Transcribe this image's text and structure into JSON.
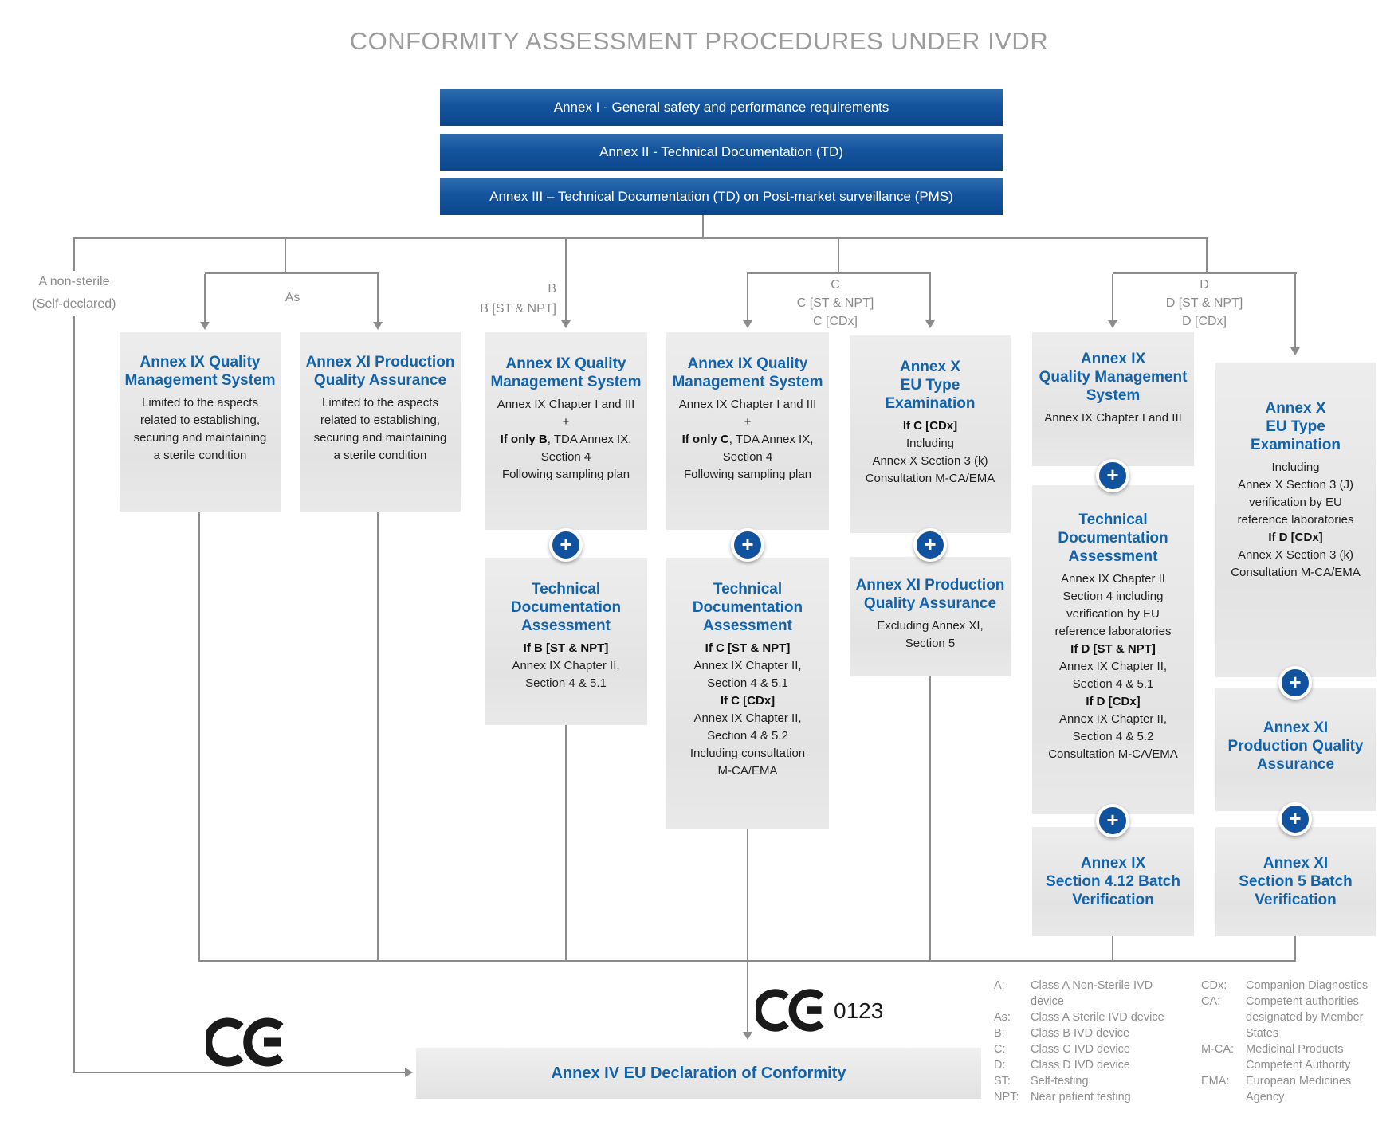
{
  "title": "CONFORMITY ASSESSMENT PROCEDURES UNDER IVDR",
  "banners": [
    {
      "label": "Annex I - General safety and performance requirements"
    },
    {
      "label": "Annex II - Technical Documentation (TD)"
    },
    {
      "label": "Annex III – Technical Documentation (TD) on Post-market surveillance (PMS)"
    }
  ],
  "branch_labels": {
    "a": [
      "A non-sterile",
      "(Self-declared)"
    ],
    "as": "As",
    "b": [
      "B",
      "B [ST & NPT]"
    ],
    "c": [
      "C",
      "C [ST & NPT]",
      "C [CDx]"
    ],
    "d": [
      "D",
      "D [ST & NPT]",
      "D [CDx]"
    ]
  },
  "plus_sign": "+",
  "boxes": {
    "as_qms": {
      "heading": [
        "Annex IX Quality",
        "Management System"
      ],
      "body": [
        {
          "t": "Limited to the aspects"
        },
        {
          "t": "related to establishing,"
        },
        {
          "t": "securing and maintaining"
        },
        {
          "t": "a sterile condition"
        }
      ]
    },
    "as_pqa": {
      "heading": [
        "Annex XI Production",
        "Quality Assurance"
      ],
      "body": [
        {
          "t": "Limited to the aspects"
        },
        {
          "t": "related to establishing,"
        },
        {
          "t": "securing and maintaining"
        },
        {
          "t": "a sterile condition"
        }
      ]
    },
    "b_qms": {
      "heading": [
        "Annex IX Quality",
        "Management System"
      ],
      "body": [
        {
          "t": "Annex IX Chapter I and III"
        },
        {
          "t": "+"
        },
        {
          "b": "If only B",
          "t": ", TDA Annex IX,"
        },
        {
          "t": "Section 4"
        },
        {
          "t": "Following sampling plan"
        }
      ]
    },
    "b_tda": {
      "heading": [
        "Technical",
        "Documentation",
        "Assessment"
      ],
      "body": [
        {
          "b": "If B [ST & NPT]"
        },
        {
          "t": "Annex IX Chapter II,"
        },
        {
          "t": "Section 4 & 5.1"
        }
      ]
    },
    "c_qms": {
      "heading": [
        "Annex IX Quality",
        "Management System"
      ],
      "body": [
        {
          "t": "Annex IX Chapter I and III"
        },
        {
          "t": "+"
        },
        {
          "b": "If only C",
          "t": ", TDA Annex IX,"
        },
        {
          "t": "Section 4"
        },
        {
          "t": "Following sampling plan"
        }
      ]
    },
    "c_tda": {
      "heading": [
        "Technical",
        "Documentation",
        "Assessment"
      ],
      "body": [
        {
          "b": "If C [ST & NPT]"
        },
        {
          "t": "Annex IX Chapter II,"
        },
        {
          "t": "Section 4 & 5.1"
        },
        {
          "b": "If C [CDx]"
        },
        {
          "t": "Annex IX Chapter II,"
        },
        {
          "t": "Section 4 & 5.2"
        },
        {
          "t": "Including consultation"
        },
        {
          "t": "M-CA/EMA"
        }
      ]
    },
    "c_type": {
      "heading": [
        "Annex X",
        "EU Type",
        "Examination"
      ],
      "body": [
        {
          "b": "If C [CDx]"
        },
        {
          "t": "Including"
        },
        {
          "t": "Annex X Section 3 (k)"
        },
        {
          "t": "Consultation M-CA/EMA"
        }
      ]
    },
    "c_pqa": {
      "heading": [
        "Annex XI Production",
        "Quality Assurance"
      ],
      "body": [
        {
          "t": "Excluding Annex XI,"
        },
        {
          "t": "Section 5"
        }
      ]
    },
    "d_qms": {
      "heading": [
        "Annex IX",
        "Quality Management",
        "System"
      ],
      "body": [
        {
          "t": "Annex IX Chapter I and III"
        }
      ]
    },
    "d_tda": {
      "heading": [
        "Technical",
        "Documentation",
        "Assessment"
      ],
      "body": [
        {
          "t": "Annex IX Chapter II"
        },
        {
          "t": "Section 4 including"
        },
        {
          "t": "verification by EU"
        },
        {
          "t": "reference laboratories"
        },
        {
          "b": "If D [ST & NPT]"
        },
        {
          "t": "Annex IX Chapter II,"
        },
        {
          "t": "Section 4 & 5.1"
        },
        {
          "b": "If D [CDx]"
        },
        {
          "t": "Annex IX Chapter II,"
        },
        {
          "t": "Section 4 & 5.2"
        },
        {
          "t": "Consultation M-CA/EMA"
        }
      ]
    },
    "d_batch": {
      "heading": [
        "Annex IX",
        "Section 4.12 Batch",
        "Verification"
      ],
      "body": []
    },
    "d2_type": {
      "heading": [
        "Annex X",
        "EU Type",
        "Examination"
      ],
      "body": [
        {
          "t": "Including"
        },
        {
          "t": "Annex X Section 3 (J)"
        },
        {
          "t": "verification by EU"
        },
        {
          "t": "reference laboratories"
        },
        {
          "b": "If D [CDx]"
        },
        {
          "t": "Annex X Section 3 (k)"
        },
        {
          "t": "Consultation M-CA/EMA"
        }
      ]
    },
    "d2_pqa": {
      "heading": [
        "Annex XI",
        "Production Quality",
        "Assurance"
      ],
      "body": []
    },
    "d2_batch": {
      "heading": [
        "Annex XI",
        "Section 5 Batch",
        "Verification"
      ],
      "body": []
    }
  },
  "bottom": {
    "declaration": "Annex IV EU Declaration of Conformity",
    "ce_mark": "CE",
    "notified_body_number": "0123"
  },
  "legend": {
    "left": [
      {
        "term": "A:",
        "def": "Class A Non-Sterile IVD device"
      },
      {
        "term": "As:",
        "def": "Class A Sterile IVD device"
      },
      {
        "term": "B:",
        "def": "Class B IVD device"
      },
      {
        "term": "C:",
        "def": "Class C IVD device"
      },
      {
        "term": "D:",
        "def": "Class D IVD device"
      },
      {
        "term": "ST:",
        "def": "Self-testing"
      },
      {
        "term": "NPT:",
        "def": "Near patient testing"
      }
    ],
    "right": [
      {
        "term": "CDx:",
        "def": "Companion Diagnostics"
      },
      {
        "term": "CA:",
        "def": "Competent authorities designated by Member States"
      },
      {
        "term": "M-CA:",
        "def": "Medicinal Products Competent Authority"
      },
      {
        "term": "EMA:",
        "def": "European Medicines Agency"
      }
    ]
  },
  "colors": {
    "banner_blue": "#14549e",
    "heading_blue": "#1263ab",
    "badge_blue": "#11529e",
    "line_gray": "#8c8c8c",
    "title_gray": "#9c9c9c",
    "legend_gray": "#8f8f8f"
  }
}
